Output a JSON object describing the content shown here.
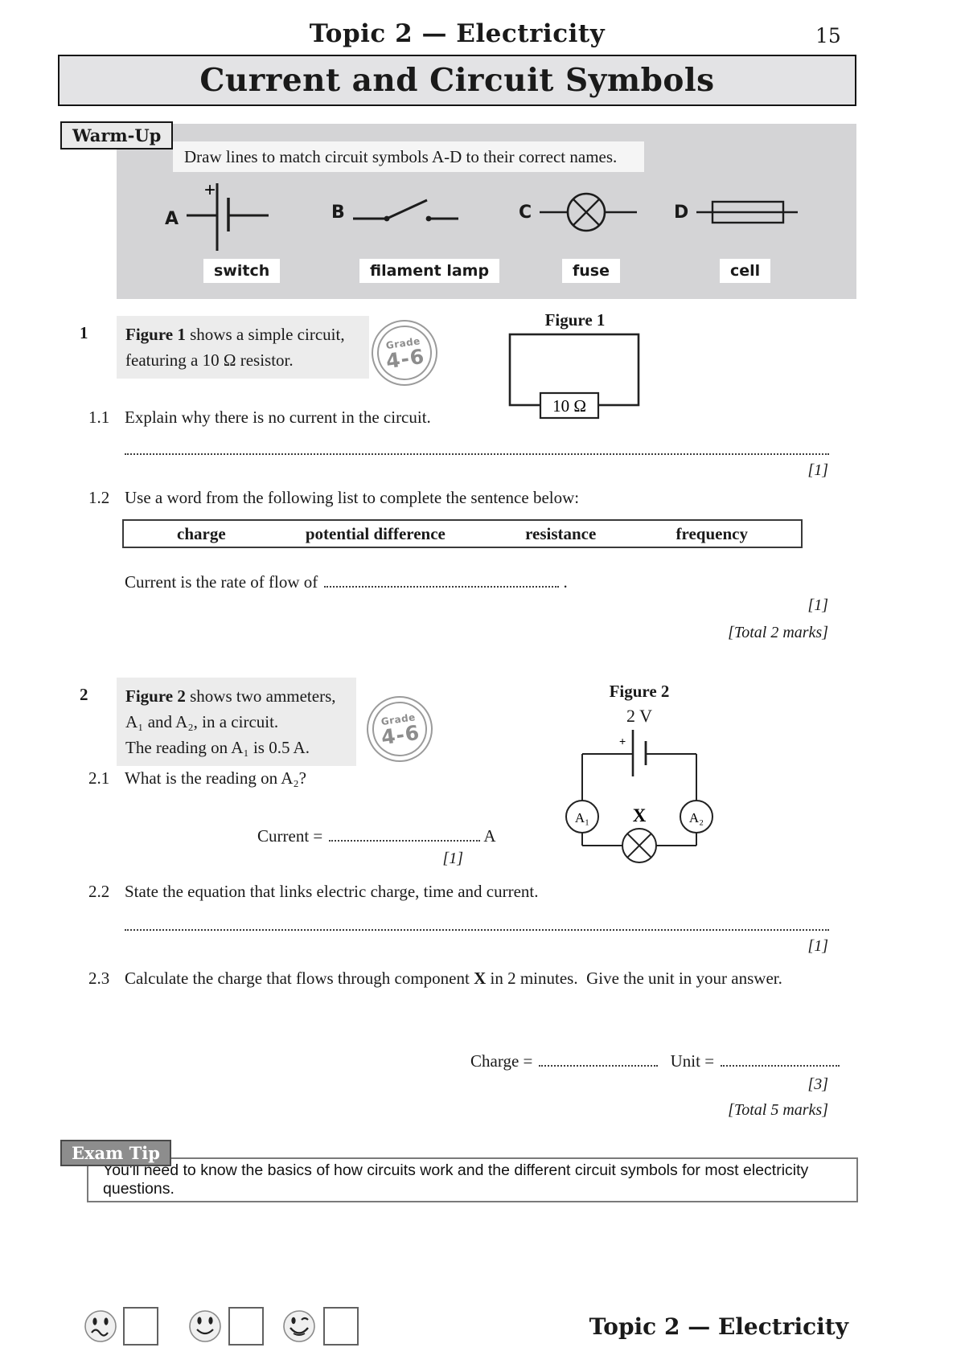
{
  "colors": {
    "panel_gray": "#d4d4d6",
    "highlight_gray": "#ececec",
    "title_bar_gray": "#e3e3e5",
    "stamp_gray": "#8d8d8d"
  },
  "header": {
    "topic": "Topic 2 — Electricity",
    "page_number": "15",
    "title": "Current and Circuit Symbols"
  },
  "warm_up": {
    "label": "Warm-Up",
    "instruction": "Draw lines to match circuit symbols A-D to their correct names.",
    "plus": "+",
    "symbols": [
      {
        "letter": "A",
        "depicts": "cell"
      },
      {
        "letter": "B",
        "depicts": "open switch"
      },
      {
        "letter": "C",
        "depicts": "filament lamp"
      },
      {
        "letter": "D",
        "depicts": "fuse"
      }
    ],
    "options": [
      "switch",
      "filament lamp",
      "fuse",
      "cell"
    ]
  },
  "q1": {
    "number": "1",
    "intro_bold": "Figure 1",
    "intro_rest": " shows a simple circuit,",
    "intro_line2": "featuring a 10 Ω resistor.",
    "grade_stamp": {
      "top": "Grade",
      "range": "4-6"
    },
    "figure": {
      "caption": "Figure 1",
      "resistor_label": "10 Ω"
    },
    "q1_1": {
      "num": "1.1",
      "text": "Explain why there is no current in the circuit.",
      "marks": "[1]"
    },
    "q1_2": {
      "num": "1.2",
      "text": "Use a word from the following list to complete the sentence below:",
      "word_bank": [
        "charge",
        "potential difference",
        "resistance",
        "frequency"
      ],
      "sentence_prefix": "Current is the rate of flow of",
      "sentence_suffix": ".",
      "marks": "[1]"
    },
    "total": "[Total 2 marks]"
  },
  "q2": {
    "number": "2",
    "intro_bold": "Figure 2",
    "intro_rest": " shows two ammeters,",
    "intro_line2": "A₁ and A₂, in a circuit.",
    "intro_line3": "The reading on A₁ is 0.5 A.",
    "grade_stamp": {
      "top": "Grade",
      "range": "4-6"
    },
    "figure": {
      "caption": "Figure 2",
      "voltage": "2 V",
      "plus": "+",
      "ammeter1": "A₁",
      "ammeter2": "A₂",
      "component": "X"
    },
    "q2_1": {
      "num": "2.1",
      "text": "What is the reading on A₂?",
      "answer_prefix": "Current =",
      "answer_unit": "A",
      "marks": "[1]"
    },
    "q2_2": {
      "num": "2.2",
      "text": "State the equation that links electric charge, time and current.",
      "marks": "[1]"
    },
    "q2_3": {
      "num": "2.3",
      "text_pre": "Calculate the charge that flows through component ",
      "text_bold": "X",
      "text_post": " in 2 minutes.  Give the unit in your answer.",
      "charge_label": "Charge =",
      "unit_label": "Unit =",
      "marks": "[3]"
    },
    "total": "[Total 5 marks]"
  },
  "exam_tip": {
    "label": "Exam Tip",
    "text": "You'll need to know the basics of how circuits work and the different circuit symbols for most electricity questions."
  },
  "footer": {
    "topic": "Topic 2 — Electricity"
  }
}
